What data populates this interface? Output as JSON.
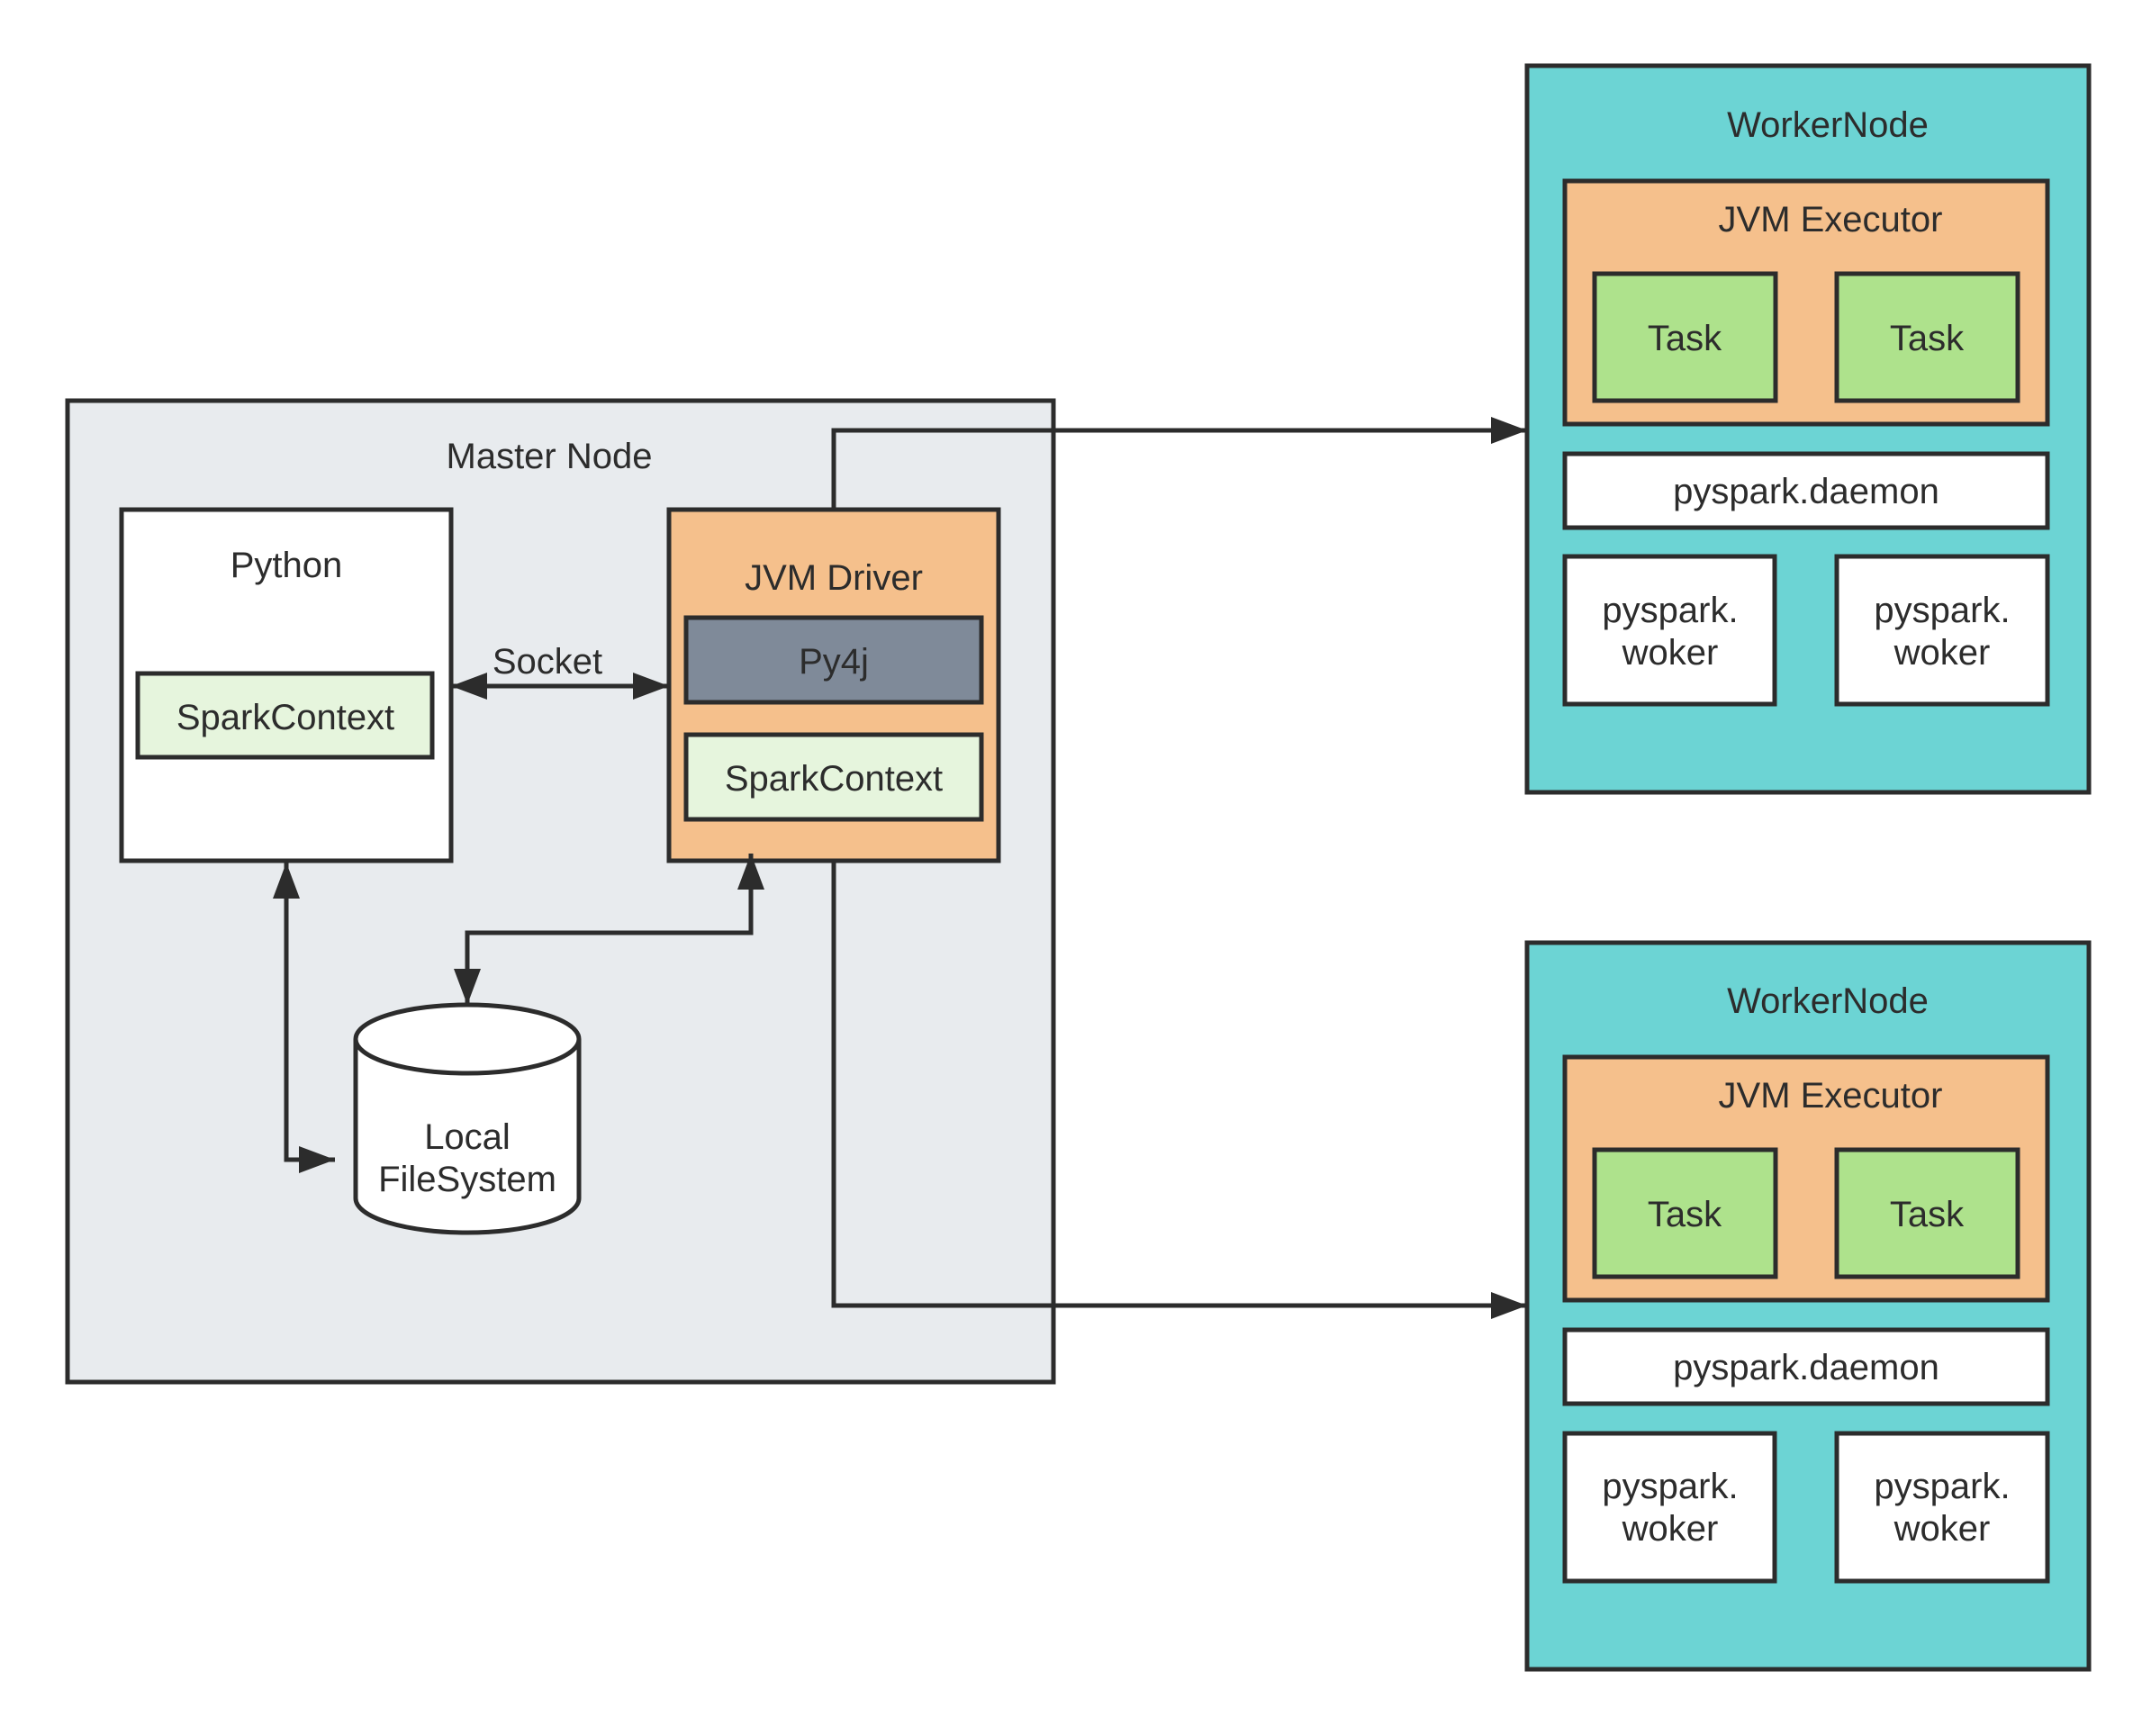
{
  "master": {
    "title": "Master Node",
    "python": {
      "title": "Python",
      "spark_context": "SparkContext"
    },
    "jvm_driver": {
      "title": "JVM Driver",
      "py4j": "Py4j",
      "spark_context": "SparkContext"
    },
    "socket_label": "Socket",
    "filesystem": {
      "line1": "Local",
      "line2": "FileSystem"
    }
  },
  "workers": [
    {
      "title": "WorkerNode",
      "executor": {
        "title": "JVM Executor",
        "tasks": [
          "Task",
          "Task"
        ]
      },
      "daemon": "pyspark.daemon",
      "workers": [
        {
          "line1": "pyspark.",
          "line2": "woker"
        },
        {
          "line1": "pyspark.",
          "line2": "woker"
        }
      ]
    },
    {
      "title": "WorkerNode",
      "executor": {
        "title": "JVM Executor",
        "tasks": [
          "Task",
          "Task"
        ]
      },
      "daemon": "pyspark.daemon",
      "workers": [
        {
          "line1": "pyspark.",
          "line2": "woker"
        },
        {
          "line1": "pyspark.",
          "line2": "woker"
        }
      ]
    }
  ],
  "colors": {
    "master_bg": "#e8ebee",
    "jvm_orange": "#f5c08c",
    "context_green": "#e6f5dd",
    "py4j_gray": "#7f8a99",
    "worker_teal": "#6cd4d4",
    "task_green": "#aee28c",
    "stroke": "#2c2c2c"
  }
}
